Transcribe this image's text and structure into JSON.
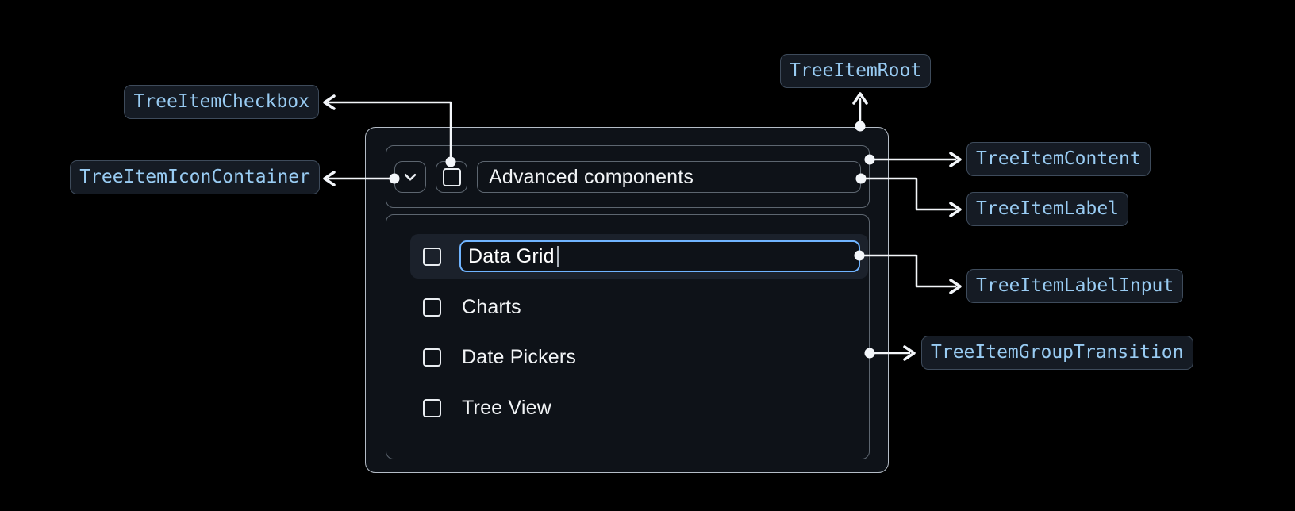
{
  "badges": {
    "root": "TreeItemRoot",
    "checkbox": "TreeItemCheckbox",
    "icon_container": "TreeItemIconContainer",
    "content": "TreeItemContent",
    "label": "TreeItemLabel",
    "label_input": "TreeItemLabelInput",
    "group_transition": "TreeItemGroupTransition"
  },
  "tree": {
    "parent": {
      "label": "Advanced components"
    },
    "editing_item": {
      "value": "Data Grid"
    },
    "children": [
      "Charts",
      "Date Pickers",
      "Tree View"
    ]
  },
  "icons": {
    "expand": "chevron-down-icon",
    "checkbox": "checkbox-unchecked-icon"
  },
  "colors": {
    "page_bg": "#000000",
    "surface_bg": "#0E1218",
    "root_border": "#B5BDC7",
    "box_border": "#5D6670",
    "row_highlight_bg": "#1B212B",
    "input_accent_border": "#70B4FF",
    "text": "#F2F4F6",
    "badge_bg": "#151B24",
    "badge_border": "#3E4B5B",
    "badge_text": "#99CCF3",
    "connector": "#F3F6FA"
  }
}
